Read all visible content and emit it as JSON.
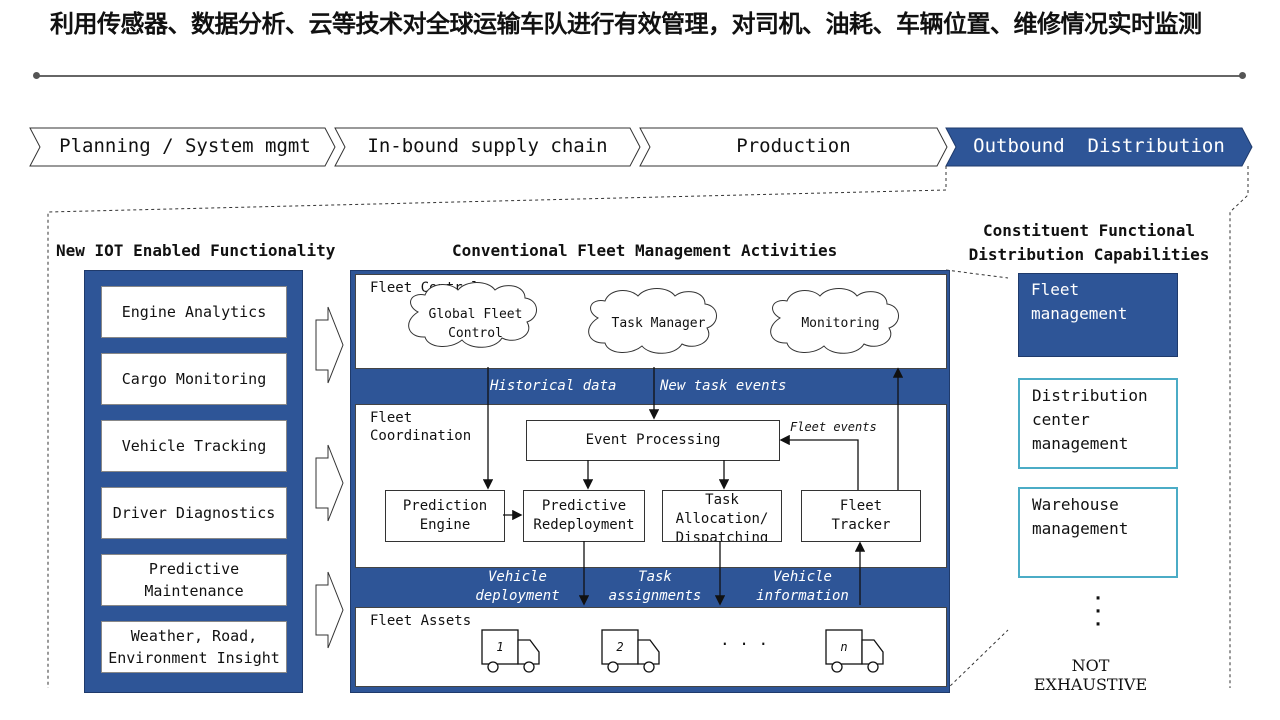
{
  "title": "利用传感器、数据分析、云等技术对全球运输车队进行有效管理，对司机、油耗、车辆位置、维修情况实时监测",
  "value_chain": [
    {
      "label": "Planning / System mgmt",
      "active": false
    },
    {
      "label": "In-bound supply chain",
      "active": false
    },
    {
      "label": "Production",
      "active": false
    },
    {
      "label": "Outbound  Distribution",
      "active": true
    }
  ],
  "iot": {
    "heading": "New IOT Enabled Functionality",
    "items": [
      "Engine Analytics",
      "Cargo Monitoring",
      "Vehicle Tracking",
      "Driver Diagnostics",
      "Predictive\nMaintenance",
      "Weather, Road,\nEnvironment Insight"
    ]
  },
  "fleet": {
    "heading": "Conventional Fleet Management Activities",
    "control": {
      "label": "Fleet Control",
      "clouds": [
        "Global Fleet\nControl",
        "Task Manager",
        "Monitoring"
      ]
    },
    "flows_top": [
      "Historical data",
      "New task events"
    ],
    "coordination": {
      "label": "Fleet\nCoordination",
      "event_processing": "Event Processing",
      "fleet_events": "Fleet events",
      "prediction_engine": "Prediction\nEngine",
      "predictive_redeployment": "Predictive\nRedeployment",
      "task_allocation": "Task\nAllocation/\nDispatching",
      "fleet_tracker": "Fleet\nTracker"
    },
    "flows_bottom": [
      "Vehicle\ndeployment",
      "Task\nassignments",
      "Vehicle\ninformation"
    ],
    "assets": {
      "label": "Fleet Assets",
      "trucks": [
        "1",
        "2",
        "n"
      ],
      "ellipsis": ". . ."
    }
  },
  "capabilities": {
    "heading": "Constituent Functional\nDistribution Capabilities",
    "items": [
      {
        "label": "Fleet\nmanagement",
        "highlight": true
      },
      {
        "label": "Distribution\ncenter\nmanagement",
        "highlight": false
      },
      {
        "label": "Warehouse\nmanagement",
        "highlight": false
      }
    ],
    "more": "·\n·\n·",
    "note": "NOT EXHAUSTIVE"
  },
  "colors": {
    "accent_blue": "#2E5597",
    "teal": "#4BACC6"
  }
}
